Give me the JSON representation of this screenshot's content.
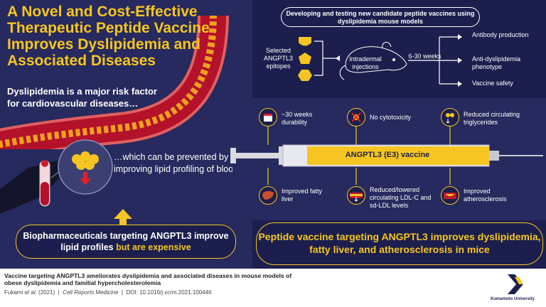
{
  "header": {
    "title": "A Novel and Cost-Effective Therapeutic Peptide Vaccine Improves Dyslipidemia and Associated Diseases",
    "subtitle": "Dyslipidemia is a major risk factor for cardiovascular diseases…",
    "prevention": "…which can be prevented by improving lipid profiling of blood"
  },
  "left_box": {
    "text_start": "Biopharmaceuticals targeting ANGPTL3 improve lipid profiles",
    "text_highlight": "but are expensive"
  },
  "study": {
    "box_text": "Developing and testing new candidate peptide vaccines using dyslipidemia mouse models",
    "epitopes_label": "Selected ANGPTL3 epitopes",
    "injection_label": "Intradermal injections",
    "duration_label": "6-30 weeks",
    "outcomes": [
      "Antibody production",
      "Anti-dyslipidemia phenotype",
      "Vaccine safety"
    ]
  },
  "results_top": [
    {
      "icon": "calendar-icon",
      "text": "~30 weeks durability"
    },
    {
      "icon": "no-cytotoxicity-icon",
      "text": "No cytotoxicity"
    },
    {
      "icon": "triglyceride-icon",
      "text": "Reduced circulating triglycerides"
    }
  ],
  "vaccine_label": "ANGPTL3 (E3) vaccine",
  "results_bottom": [
    {
      "icon": "liver-icon",
      "text": "Improved fatty liver"
    },
    {
      "icon": "artery-icon",
      "text": "Reduced/lowered circulating LDL-C and sd-LDL levels"
    },
    {
      "icon": "atherosclerosis-icon",
      "text": "Improved atherosclerosis"
    }
  ],
  "conclusion": "Peptide vaccine targeting ANGPTL3 improves dyslipidemia, fatty liver, and atherosclerosis in mice",
  "footer": {
    "citation_title": "Vaccine targeting ANGPTL3 ameliorates dyslipidemia and associated diseases in mouse models of obese dyslipidemia and familial hypercholesterolemia",
    "authors_prefix": "Fukami",
    "authors_etal": "et al.",
    "year": "(2021)",
    "journal": "Cell Reports Medicine",
    "doi": "DOI: 10.1016/j.xcrm.2021.100446",
    "university": "Kumamoto University"
  },
  "colors": {
    "accent": "#f6c522",
    "navy": "#1c1f4d",
    "navy_light": "#262a5e",
    "artery": "#c8192c"
  }
}
